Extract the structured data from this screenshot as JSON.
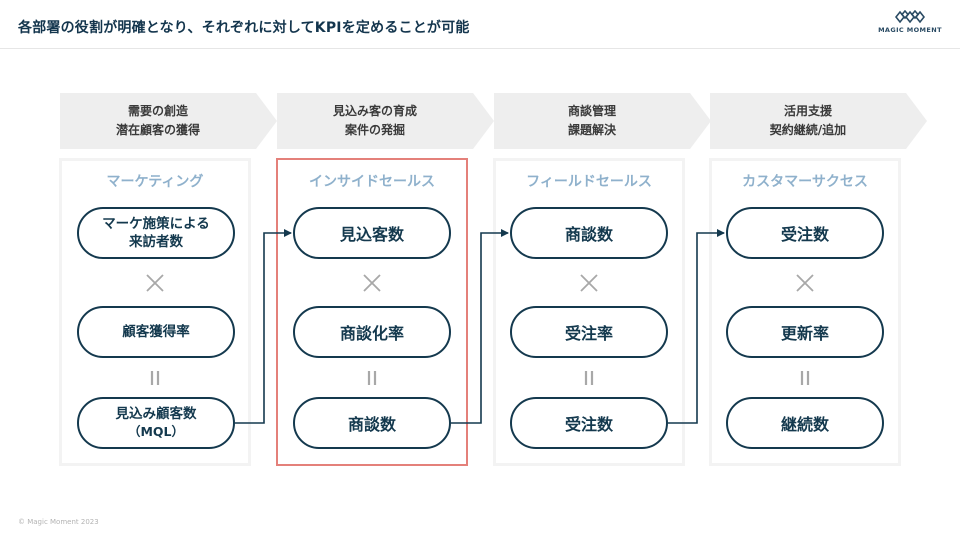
{
  "header": {
    "title": "各部署の役割が明確となり、それぞれに対してKPIを定めることが可能",
    "logo_text": "MAGIC MOMENT"
  },
  "phases": [
    {
      "line1": "需要の創造",
      "line2": "潜在顧客の獲得"
    },
    {
      "line1": "見込み客の育成",
      "line2": "案件の発掘"
    },
    {
      "line1": "商談管理",
      "line2": "課題解決"
    },
    {
      "line1": "活用支援",
      "line2": "契約継続/追加"
    }
  ],
  "columns": [
    {
      "title": "マーケティング",
      "pill1": {
        "l1": "マーケ施策による",
        "l2": "来訪者数"
      },
      "pill2": "顧客獲得率",
      "pill3": {
        "l1": "見込み顧客数",
        "l2": "（MQL）"
      }
    },
    {
      "title": "インサイドセールス",
      "pill1": "見込客数",
      "pill2": "商談化率",
      "pill3": "商談数"
    },
    {
      "title": "フィールドセールス",
      "pill1": "商談数",
      "pill2": "受注率",
      "pill3": "受注数"
    },
    {
      "title": "カスタマーサクセス",
      "pill1": "受注数",
      "pill2": "更新率",
      "pill3": "継続数"
    }
  ],
  "colors": {
    "accent_dark": "#14394e",
    "column_title": "#8fb1cc",
    "highlight_border": "#e4807a",
    "phase_fill": "#eeeeee"
  },
  "footer": {
    "copyright": "© Magic Moment 2023"
  }
}
